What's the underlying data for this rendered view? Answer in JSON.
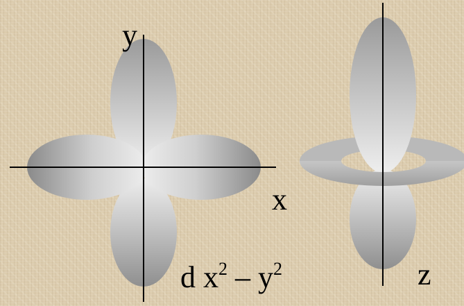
{
  "diagram": {
    "left_orbital": {
      "axis_x_label": "x",
      "axis_y_label": "y",
      "caption": {
        "prefix": "d x",
        "exp1": "2",
        "minus": " – y",
        "exp2": "2"
      }
    },
    "right_orbital": {
      "axis_z_label": "z"
    }
  }
}
